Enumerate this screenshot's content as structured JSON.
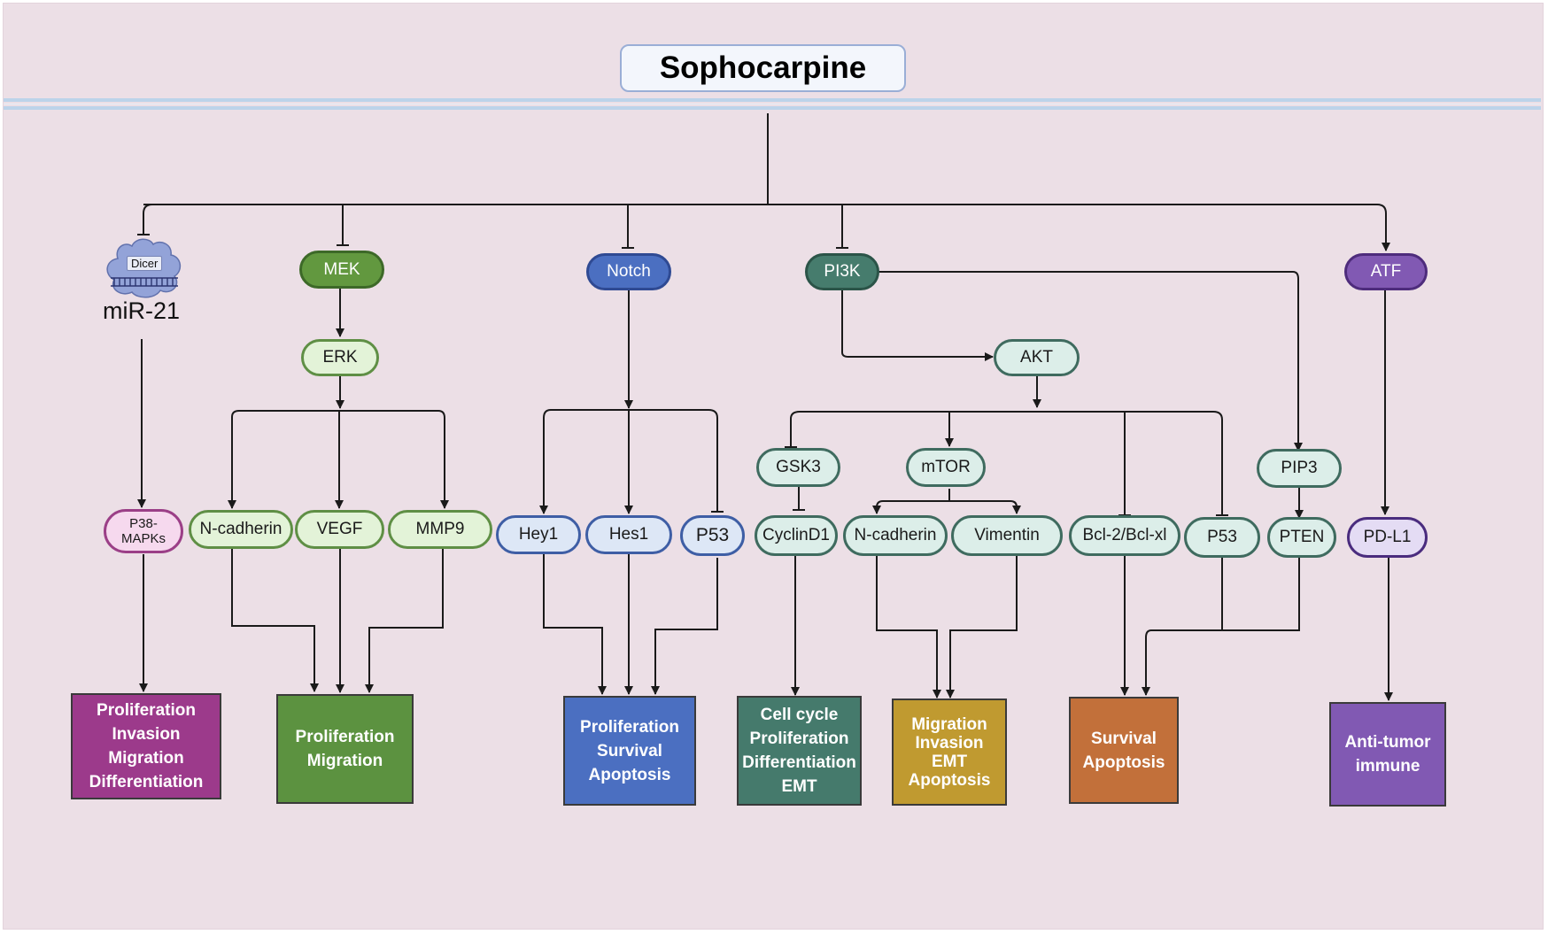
{
  "diagram": {
    "title": "Sophocarpine",
    "dicer_label": "Dicer",
    "mirna_label": "miR-21",
    "colors": {
      "background": "#ecdfe6",
      "membrane": "#bcd3ea",
      "green": "#5c9240",
      "blue": "#4b6fc1",
      "teal": "#457a6c",
      "purple": "#8159b3",
      "magenta": "#9c3a8b"
    },
    "targets": {
      "mek": "MEK",
      "notch": "Notch",
      "pi3k": "PI3K",
      "atf": "ATF"
    },
    "intermediates": {
      "erk": "ERK",
      "akt": "AKT",
      "gsk3": "GSK3",
      "mtor": "mTOR",
      "pip3": "PIP3"
    },
    "effectors": {
      "p38": "P38-\nMAPKs",
      "ncad1": "N-cadherin",
      "vegf": "VEGF",
      "mmp9": "MMP9",
      "hey1": "Hey1",
      "hes1": "Hes1",
      "p53a": "P53",
      "cyclind1": "CyclinD1",
      "ncad2": "N-cadherin",
      "vimentin": "Vimentin",
      "bcl2": "Bcl-2/Bcl-xl",
      "p53b": "P53",
      "pten": "PTEN",
      "pdl1": "PD-L1"
    },
    "outcomes": {
      "mirna": "Proliferation\nInvasion\nMigration\nDifferentiation",
      "mek": "Proliferation\nMigration",
      "notch": "Proliferation\nSurvival\nApoptosis",
      "gsk3": "Cell cycle\nProliferation\nDifferentiation\nEMT",
      "mtor": "Migration\nInvasion\nEMT\nApoptosis",
      "survival": "Survival\nApoptosis",
      "atf": "Anti-tumor\nimmune"
    }
  }
}
